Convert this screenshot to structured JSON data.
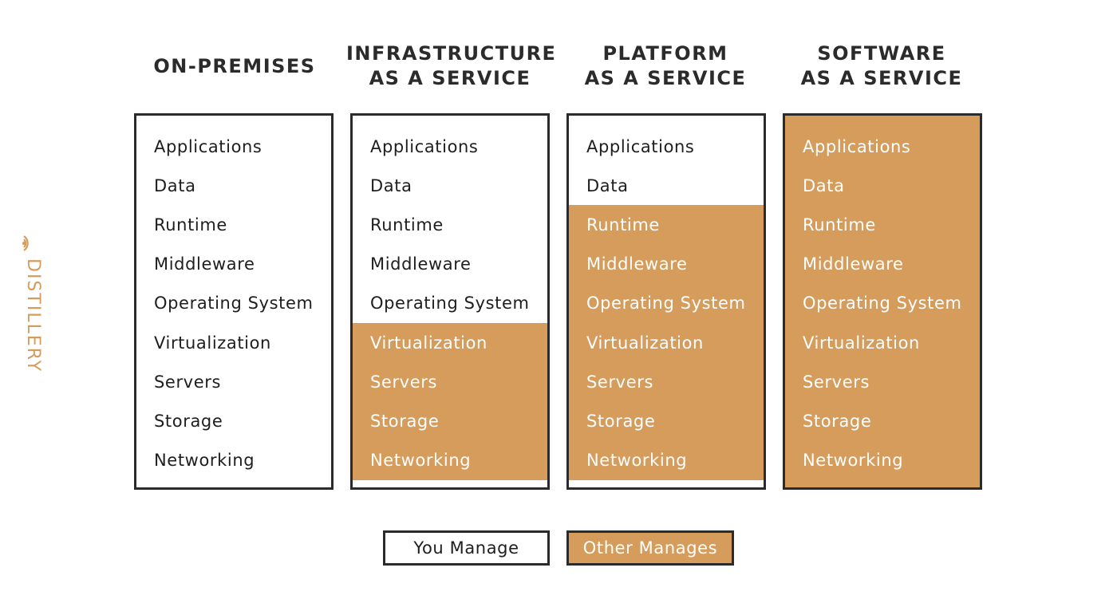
{
  "brand": {
    "name": "DISTILLERY",
    "logo_icon": "distillery-logo-icon",
    "color": "#d59c5c"
  },
  "colors": {
    "you_manage": "#ffffff",
    "other_manages": "#d59c5c",
    "border": "#2b2b2b"
  },
  "columns": [
    {
      "title": "ON-PREMISES",
      "layers": [
        {
          "label": "Applications",
          "managed_by": "you"
        },
        {
          "label": "Data",
          "managed_by": "you"
        },
        {
          "label": "Runtime",
          "managed_by": "you"
        },
        {
          "label": "Middleware",
          "managed_by": "you"
        },
        {
          "label": "Operating System",
          "managed_by": "you"
        },
        {
          "label": "Virtualization",
          "managed_by": "you"
        },
        {
          "label": "Servers",
          "managed_by": "you"
        },
        {
          "label": "Storage",
          "managed_by": "you"
        },
        {
          "label": "Networking",
          "managed_by": "you"
        }
      ]
    },
    {
      "title": "INFRASTRUCTURE\nAS A SERVICE",
      "layers": [
        {
          "label": "Applications",
          "managed_by": "you"
        },
        {
          "label": "Data",
          "managed_by": "you"
        },
        {
          "label": "Runtime",
          "managed_by": "you"
        },
        {
          "label": "Middleware",
          "managed_by": "you"
        },
        {
          "label": "Operating System",
          "managed_by": "you"
        },
        {
          "label": "Virtualization",
          "managed_by": "other"
        },
        {
          "label": "Servers",
          "managed_by": "other"
        },
        {
          "label": "Storage",
          "managed_by": "other"
        },
        {
          "label": "Networking",
          "managed_by": "other"
        }
      ]
    },
    {
      "title": "PLATFORM\nAS A SERVICE",
      "layers": [
        {
          "label": "Applications",
          "managed_by": "you"
        },
        {
          "label": "Data",
          "managed_by": "you"
        },
        {
          "label": "Runtime",
          "managed_by": "other"
        },
        {
          "label": "Middleware",
          "managed_by": "other"
        },
        {
          "label": "Operating System",
          "managed_by": "other"
        },
        {
          "label": "Virtualization",
          "managed_by": "other"
        },
        {
          "label": "Servers",
          "managed_by": "other"
        },
        {
          "label": "Storage",
          "managed_by": "other"
        },
        {
          "label": "Networking",
          "managed_by": "other"
        }
      ]
    },
    {
      "title": "SOFTWARE\nAS A SERVICE",
      "layers": [
        {
          "label": "Applications",
          "managed_by": "other"
        },
        {
          "label": "Data",
          "managed_by": "other"
        },
        {
          "label": "Runtime",
          "managed_by": "other"
        },
        {
          "label": "Middleware",
          "managed_by": "other"
        },
        {
          "label": "Operating System",
          "managed_by": "other"
        },
        {
          "label": "Virtualization",
          "managed_by": "other"
        },
        {
          "label": "Servers",
          "managed_by": "other"
        },
        {
          "label": "Storage",
          "managed_by": "other"
        },
        {
          "label": "Networking",
          "managed_by": "other"
        }
      ]
    }
  ],
  "legend": {
    "you_manage": "You Manage",
    "other_manages": "Other Manages"
  }
}
